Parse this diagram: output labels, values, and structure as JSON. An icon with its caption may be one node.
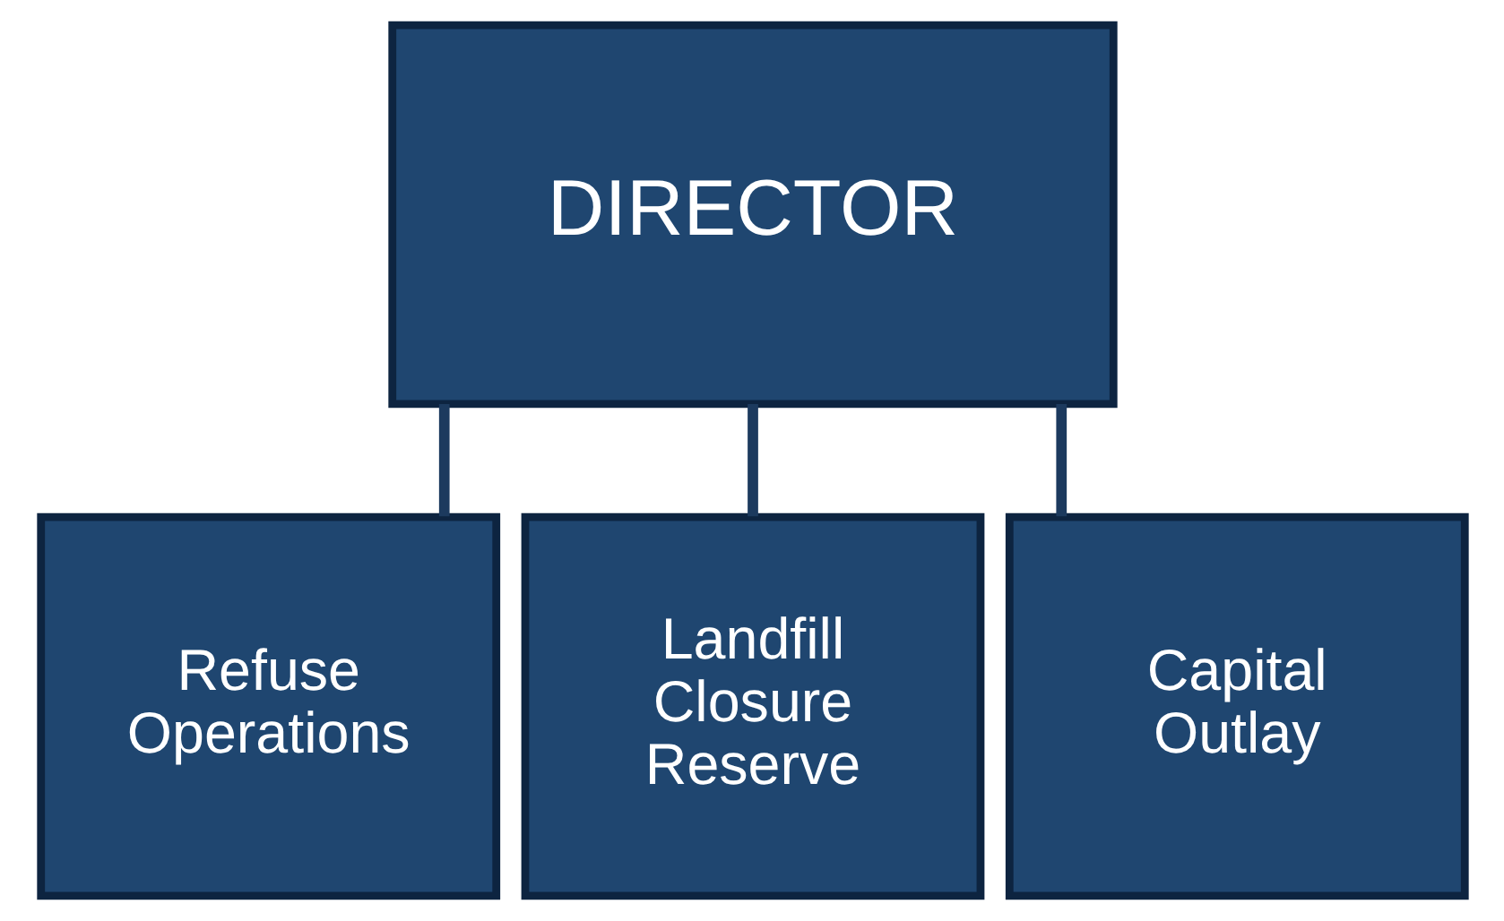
{
  "diagram": {
    "nodes": [
      {
        "text": [
          "DIRECTOR"
        ]
      },
      {
        "text": [
          "Refuse Operations"
        ]
      },
      {
        "text": [
          "Landfill Closure Reserve"
        ]
      },
      {
        "text": [
          "Capital Outlay"
        ]
      }
    ],
    "edges": [
      {
        "from": 0,
        "to": 1,
        "arrow": "none"
      },
      {
        "from": 0,
        "to": 2,
        "arrow": "none"
      },
      {
        "from": 0,
        "to": 3,
        "arrow": "none"
      }
    ]
  }
}
